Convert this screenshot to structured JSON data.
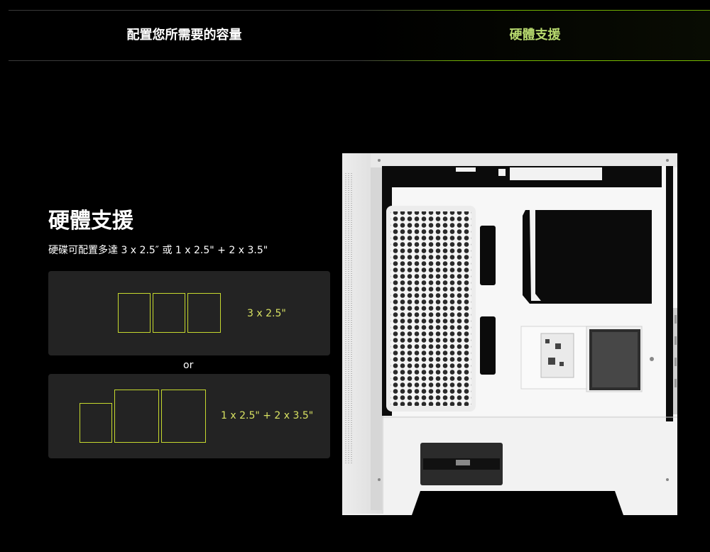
{
  "tabs": [
    {
      "label": "配置您所需要的容量",
      "active": false
    },
    {
      "label": "硬體支援",
      "active": true
    }
  ],
  "content": {
    "heading": "硬體支援",
    "subtitle": "硬碟可配置多達 3 x 2.5″ 或 1 x 2.5\" + 2 x 3.5\"",
    "option1_caption": "3 x 2.5\"",
    "separator": "or",
    "option2_caption": "1 x 2.5\" + 2 x 3.5\""
  },
  "colors": {
    "accent_green": "#76b900",
    "active_tab_text": "#b7d96e",
    "bay_outline": "#c6d92e",
    "card_bg": "#232323"
  },
  "image": {
    "subject": "white-pc-case-side-view"
  }
}
